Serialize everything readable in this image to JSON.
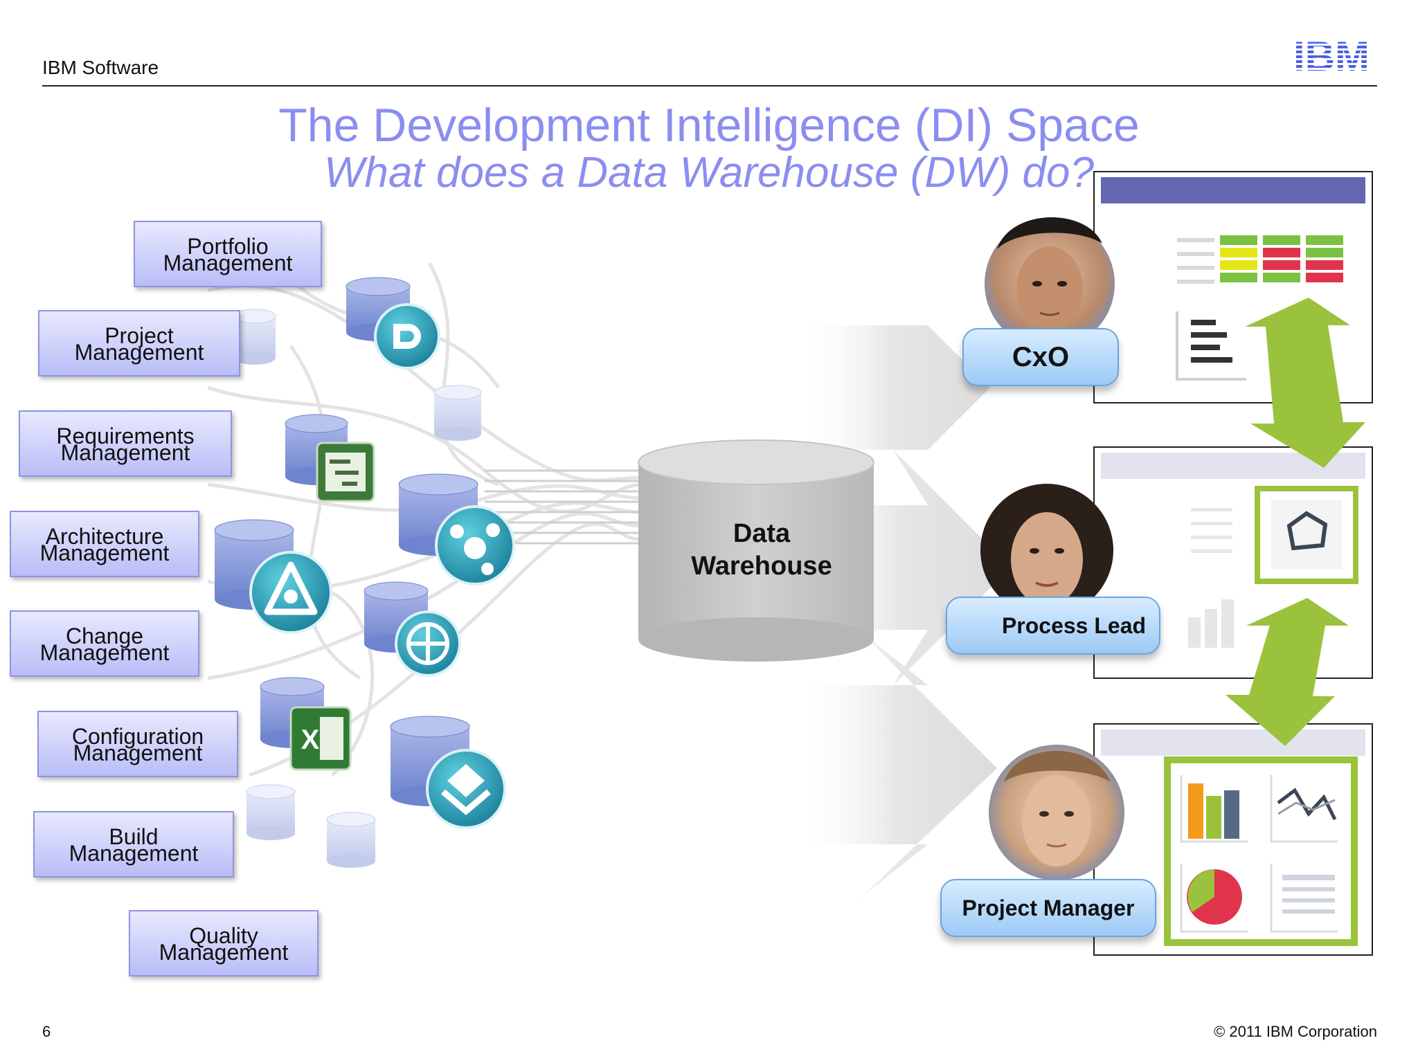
{
  "header": {
    "section": "IBM Software",
    "logo_text": "IBM"
  },
  "title": "The Development Intelligence (DI) Space",
  "subtitle": "What does a Data Warehouse (DW) do?",
  "management_boxes": [
    {
      "line1": "Portfolio",
      "line2": "Management"
    },
    {
      "line1": "Project",
      "line2": "Management"
    },
    {
      "line1": "Requirements",
      "line2": "Management"
    },
    {
      "line1": "Architecture",
      "line2": "Management"
    },
    {
      "line1": "Change",
      "line2": "Management"
    },
    {
      "line1": "Configuration",
      "line2": "Management"
    },
    {
      "line1": "Build",
      "line2": "Management"
    },
    {
      "line1": "Quality",
      "line2": "Management"
    }
  ],
  "data_warehouse": {
    "line1": "Data",
    "line2": "Warehouse"
  },
  "roles": [
    "CxO",
    "Process Lead",
    "Project Manager"
  ],
  "footer": {
    "page_number": "6",
    "copyright": "© 2011 IBM Corporation"
  },
  "colors": {
    "title": "#8a8ef0",
    "box_fill": "#b9bdf6",
    "role_fill": "#9ccaf5",
    "arrow_green": "#9bc23c"
  }
}
